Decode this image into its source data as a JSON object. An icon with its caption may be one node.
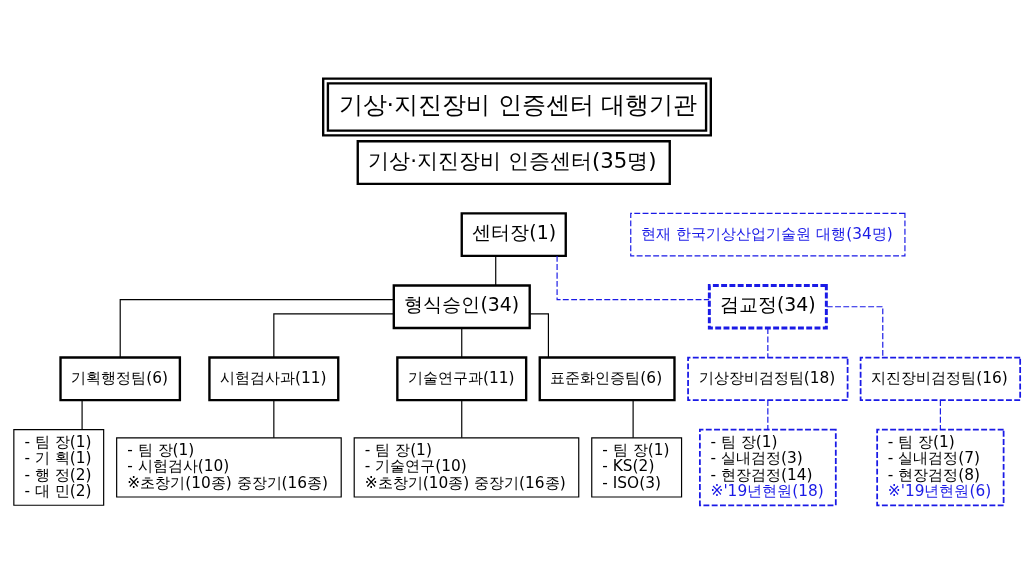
{
  "diagram": {
    "title": "기상·지진장비 인증센터 대행기관",
    "nodes": [
      {
        "text": [
          "기상·지진장비 인증센터(35명)"
        ]
      },
      {
        "text": [
          "센터장(1)"
        ]
      },
      {
        "text": [
          "현재 한국기상산업기술원 대행(34명)"
        ]
      },
      {
        "text": [
          "형식승인(34)"
        ]
      },
      {
        "text": [
          "검교정(34)"
        ]
      },
      {
        "text": [
          "기획행정팀(6)"
        ]
      },
      {
        "text": [
          "시험검사과(11)"
        ]
      },
      {
        "text": [
          "기술연구과(11)"
        ]
      },
      {
        "text": [
          "표준화인증팀(6)"
        ]
      },
      {
        "text": [
          "기상장비검정팀(18)"
        ]
      },
      {
        "text": [
          "지진장비검정팀(16)"
        ]
      },
      {
        "text": [
          "- 팀 장(1)",
          "- 기 획(1)",
          "- 행 정(2)",
          "- 대 민(2)"
        ]
      },
      {
        "text": [
          "- 팀 장(1)",
          "- 시험검사(10)",
          "※초창기(10종) 중장기(16종)"
        ]
      },
      {
        "text": [
          "- 팀 장(1)",
          "- 기술연구(10)",
          "※초창기(10종) 중장기(16종)"
        ]
      },
      {
        "text": [
          "- 팀 장(1)",
          "- KS(2)",
          "- ISO(3)"
        ]
      },
      {
        "text": [
          "- 팀 장(1)",
          "- 실내검정(3)",
          "- 현장검정(14)",
          "※'19년현원(18)"
        ]
      },
      {
        "text": [
          "- 팀 장(1)",
          "- 실내검정(7)",
          "- 현장검정(8)",
          "※'19년현원(6)"
        ]
      }
    ],
    "edges": [
      {
        "from": 1,
        "to": 3,
        "arrow": "none"
      },
      {
        "from": 1,
        "to": 4,
        "arrow": "none",
        "style": "dashed",
        "color": "#1a1ae6"
      },
      {
        "from": 3,
        "to": 5,
        "arrow": "none"
      },
      {
        "from": 3,
        "to": 6,
        "arrow": "none"
      },
      {
        "from": 3,
        "to": 7,
        "arrow": "none"
      },
      {
        "from": 3,
        "to": 8,
        "arrow": "none"
      },
      {
        "from": 4,
        "to": 9,
        "arrow": "none",
        "style": "dashed",
        "color": "#1a1ae6"
      },
      {
        "from": 4,
        "to": 10,
        "arrow": "none",
        "style": "dashed",
        "color": "#1a1ae6"
      },
      {
        "from": 5,
        "to": 11,
        "arrow": "none"
      },
      {
        "from": 6,
        "to": 12,
        "arrow": "none"
      },
      {
        "from": 7,
        "to": 13,
        "arrow": "none"
      },
      {
        "from": 8,
        "to": 14,
        "arrow": "none"
      },
      {
        "from": 9,
        "to": 15,
        "arrow": "none",
        "style": "dashed",
        "color": "#1a1ae6"
      },
      {
        "from": 10,
        "to": 16,
        "arrow": "none",
        "style": "dashed",
        "color": "#1a1ae6"
      }
    ]
  }
}
